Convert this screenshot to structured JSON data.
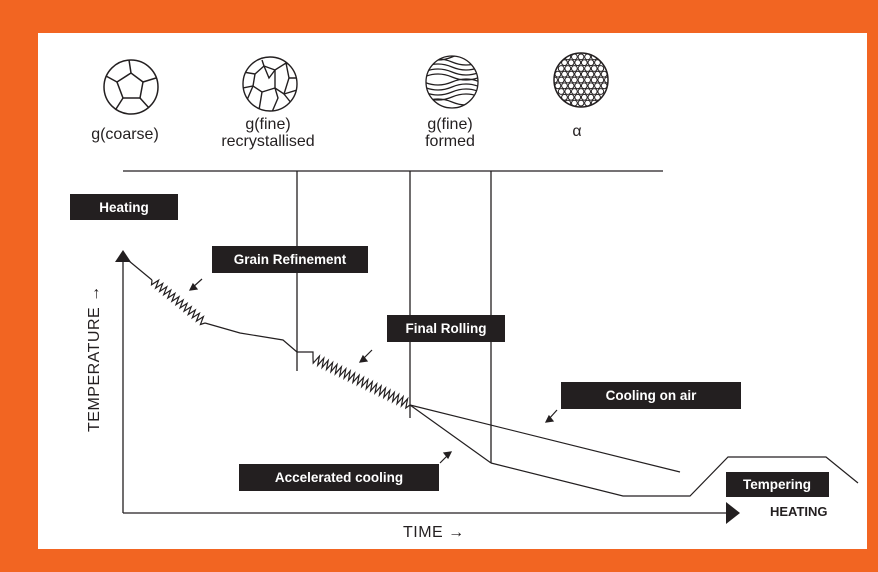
{
  "phases": [
    {
      "label_line1": "g(coarse)",
      "label_line2": "",
      "icon": "coarse-grain-icon"
    },
    {
      "label_line1": "g(fine)",
      "label_line2": "recrystallised",
      "icon": "fine-grain-icon"
    },
    {
      "label_line1": "g(fine)",
      "label_line2": "formed",
      "icon": "deformed-grain-icon"
    },
    {
      "label_line1": "α",
      "label_line2": "",
      "icon": "alpha-phase-icon"
    }
  ],
  "process_labels": {
    "heating": "Heating",
    "grain_refinement": "Grain Refinement",
    "final_rolling": "Final Rolling",
    "cooling_on_air": "Cooling on air",
    "accelerated_cooling": "Accelerated cooling",
    "tempering": "Tempering"
  },
  "axes": {
    "y_label": "TEMPERATURE →",
    "x_label": "TIME →",
    "x_end_label": "HEATING"
  },
  "colors": {
    "frame": "#f26522",
    "box": "#231f20",
    "line": "#231f20"
  }
}
